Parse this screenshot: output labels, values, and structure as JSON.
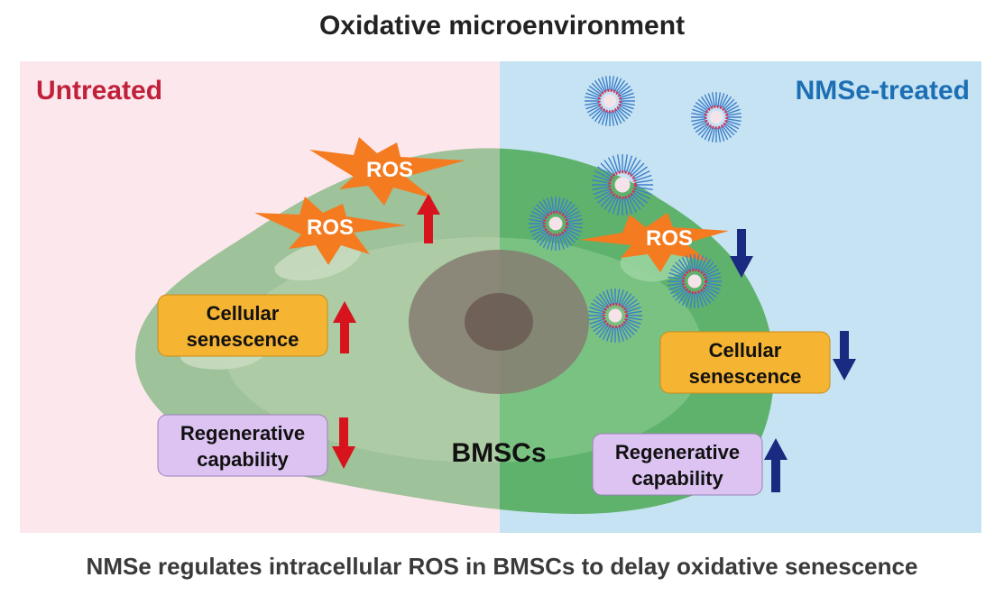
{
  "title": "Oxidative microenvironment",
  "caption": "NMSe regulates intracellular ROS in BMSCs to delay oxidative senescence",
  "left_panel": {
    "label": "Untreated",
    "ros_labels": [
      "ROS",
      "ROS"
    ],
    "senescence": {
      "line1": "Cellular",
      "line2": "senescence",
      "trend": "up"
    },
    "regeneration": {
      "line1": "Regenerative",
      "line2": "capability",
      "trend": "down"
    }
  },
  "right_panel": {
    "label": "NMSe-treated",
    "ros_label": "ROS",
    "senescence": {
      "line1": "Cellular",
      "line2": "senescence",
      "trend": "down"
    },
    "regeneration": {
      "line1": "Regenerative",
      "line2": "capability",
      "trend": "up"
    }
  },
  "cell_label": "BMSCs",
  "colors": {
    "left_bg": "#fce7ec",
    "right_bg": "#c6e3f3",
    "untreated_text": "#c0203a",
    "treated_text": "#1d6fb4",
    "ros_fill": "#f47b20",
    "senescence_fill": "#f5b432",
    "regeneration_fill": "#dcc3f2",
    "arrow_up_red": "#d7141d",
    "arrow_navy": "#1a2a80"
  }
}
